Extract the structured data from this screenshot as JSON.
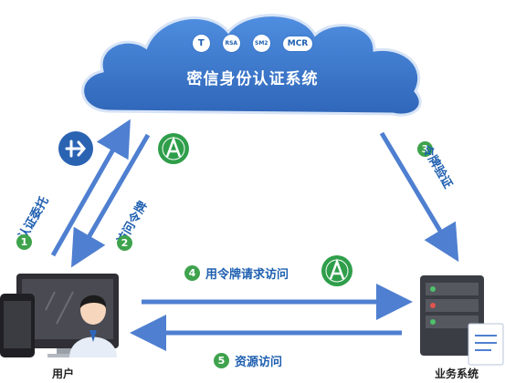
{
  "cloud": {
    "title": "密信身份认证系统",
    "badges": [
      "T",
      "RSA",
      "SM2",
      "MCR"
    ]
  },
  "steps": [
    {
      "number": "1",
      "label": "认证委托"
    },
    {
      "number": "2",
      "label": "访问令牌"
    },
    {
      "number": "3",
      "label": "令牌验证"
    },
    {
      "number": "4",
      "label": "用令牌请求访问"
    },
    {
      "number": "5",
      "label": "资源访问"
    }
  ],
  "user": {
    "label": "用户"
  },
  "business": {
    "label": "业务系统"
  },
  "colors": {
    "cloud": "#3a76c8",
    "arrow": "#4f7fd0",
    "text_blue": "#1e5fb0",
    "step_green": "#3fa34d",
    "token_green": "#2f9e4a"
  },
  "icons": {
    "cloud": "cloud-icon",
    "auth": "auth-app-icon",
    "token": "token-badge-icon",
    "user": "user-desktop-icon",
    "server": "server-icon"
  }
}
